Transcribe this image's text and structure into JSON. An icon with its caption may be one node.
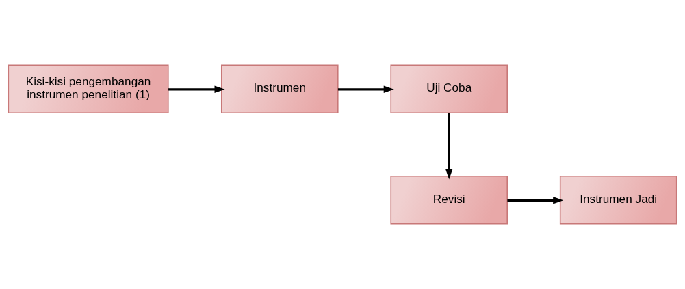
{
  "diagram": {
    "nodes": [
      {
        "text": [
          "Kisi-kisi pengembangan instrumen penelitian (1)"
        ]
      },
      {
        "text": [
          "Instrumen"
        ]
      },
      {
        "text": [
          "Uji Coba"
        ]
      },
      {
        "text": [
          "Instrumen Jadi"
        ]
      },
      {
        "text": [
          "Revisi"
        ]
      }
    ],
    "edges": [
      {
        "from": 0,
        "to": 1,
        "arrow": "to"
      },
      {
        "from": 1,
        "to": 2,
        "arrow": "to"
      },
      {
        "from": 2,
        "to": 4,
        "arrow": "to"
      },
      {
        "from": 4,
        "to": 3,
        "arrow": "to"
      }
    ]
  }
}
